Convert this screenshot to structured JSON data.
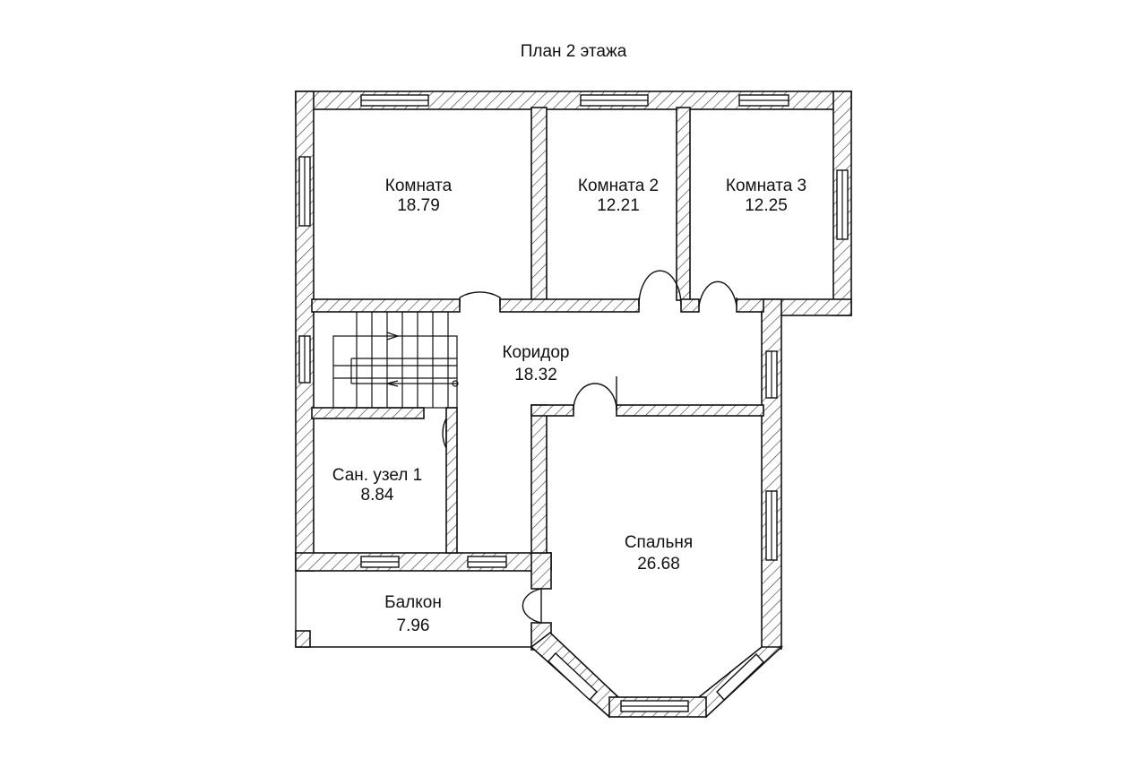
{
  "title": "План 2 этажа",
  "rooms": [
    {
      "name": "Комната",
      "area": "18.79"
    },
    {
      "name": "Комната 2",
      "area": "12.21"
    },
    {
      "name": "Комната 3",
      "area": "12.25"
    },
    {
      "name": "Коридор",
      "area": "18.32"
    },
    {
      "name": "Сан. узел 1",
      "area": "8.84"
    },
    {
      "name": "Спальня",
      "area": "26.68"
    },
    {
      "name": "Балкон",
      "area": "7.96"
    }
  ]
}
